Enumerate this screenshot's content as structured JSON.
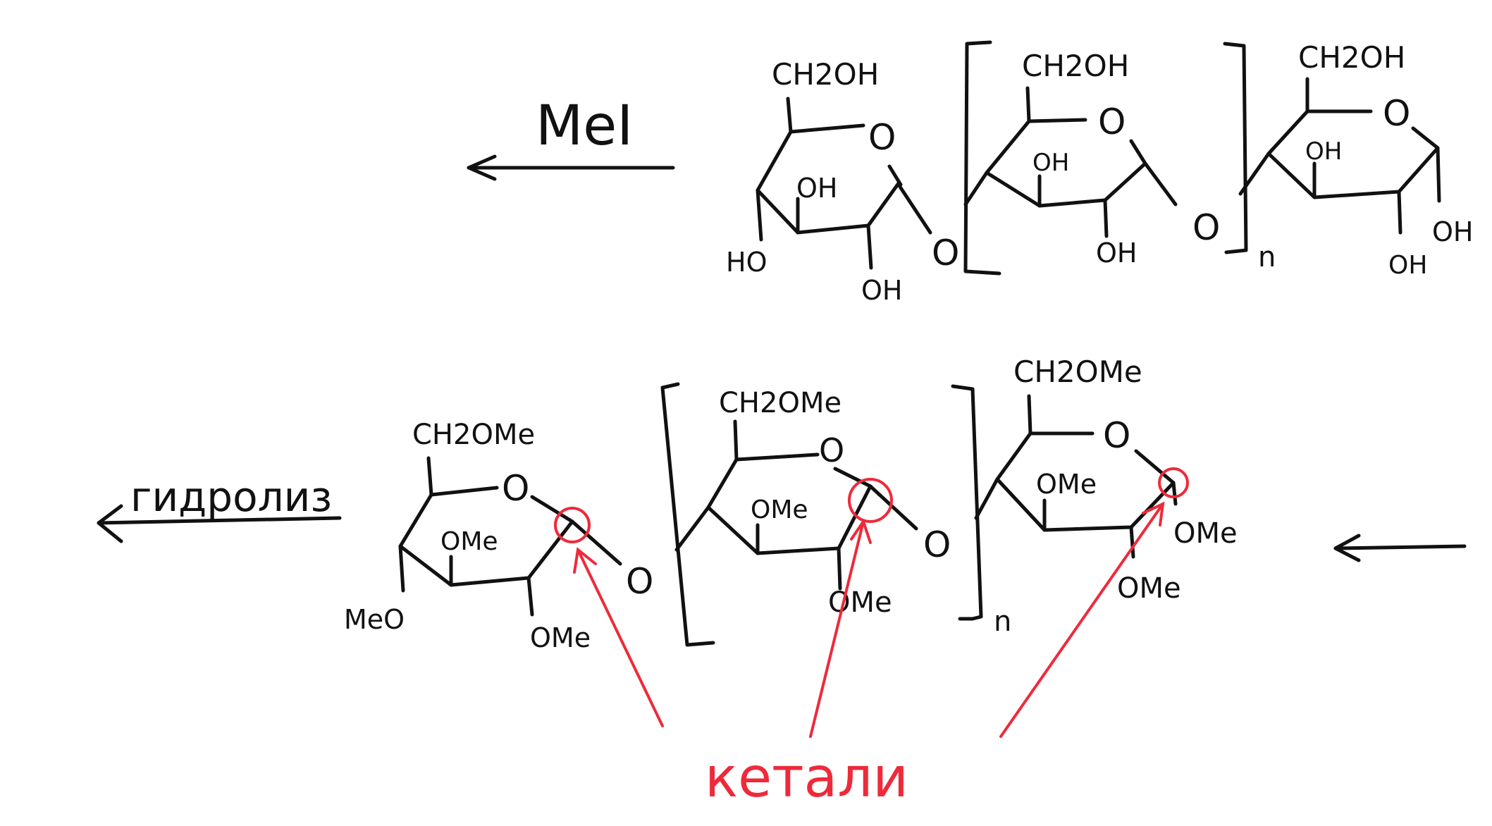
{
  "reagents": {
    "mei": "MeI",
    "hydrolysis": "гидролиз"
  },
  "top_structure": {
    "unit1": {
      "ch2oh": "CH2OH",
      "oh_ring": "OH",
      "ho": "HO",
      "oh_bottom": "OH",
      "ring_o": "O"
    },
    "link_o1": "O",
    "unit2": {
      "ch2oh": "CH2OH",
      "oh_ring": "OH",
      "oh_bottom": "OH",
      "ring_o": "O"
    },
    "link_o2": "O",
    "repeat_n": "n",
    "unit3": {
      "ch2oh": "CH2OH",
      "oh_ring": "OH",
      "oh_right": "OH",
      "oh_bottom": "OH",
      "ring_o": "O"
    }
  },
  "bottom_structure": {
    "unit1": {
      "ch2ome": "CH2OMe",
      "ome_ring": "OMe",
      "meo": "MeO",
      "ome_bottom": "OMe",
      "ring_o": "O"
    },
    "link_o1": "O",
    "unit2": {
      "ch2ome": "CH2OMe",
      "ome_ring": "OMe",
      "ome_bottom": "OMe",
      "ring_o": "O"
    },
    "link_o2": "O",
    "repeat_n": "n",
    "unit3": {
      "ch2ome": "CH2OMe",
      "ome_ring": "OMe",
      "ome_right": "OMe",
      "ome_bottom": "OMe",
      "ring_o": "O"
    }
  },
  "annotation": {
    "label": "кетали",
    "color": "#ee2a3a"
  }
}
